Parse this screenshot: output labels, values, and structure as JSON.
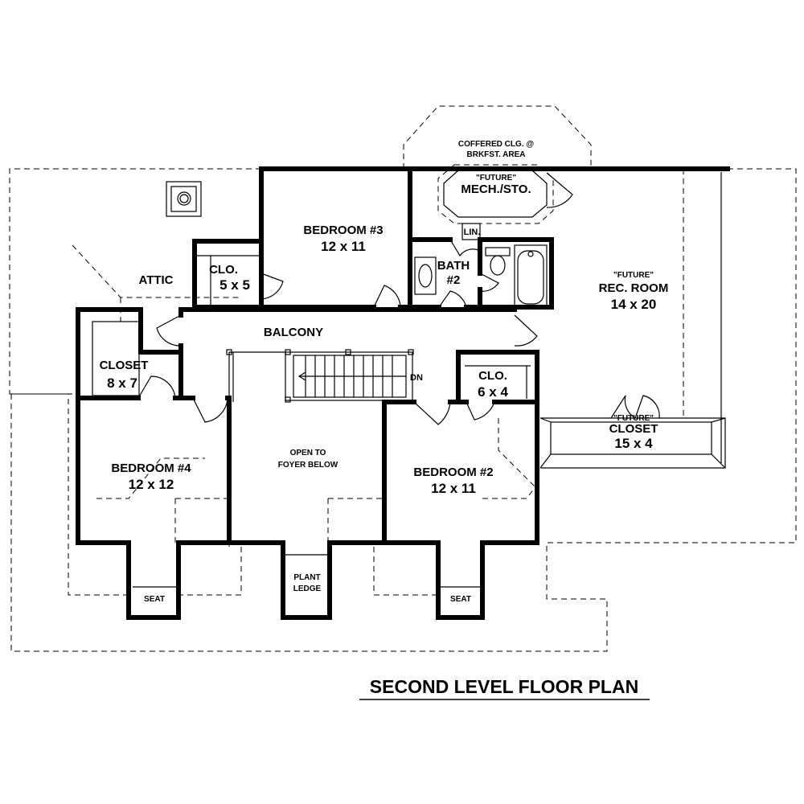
{
  "title": "SECOND LEVEL FLOOR PLAN",
  "rooms": {
    "bedroom3": {
      "name": "BEDROOM #3",
      "size": "12 x 11"
    },
    "bedroom4": {
      "name": "BEDROOM #4",
      "size": "12 x 12"
    },
    "bedroom2": {
      "name": "BEDROOM #2",
      "size": "12 x 11"
    },
    "clo_small": {
      "name": "CLO.",
      "size": "5 x 5"
    },
    "closet87": {
      "name": "CLOSET",
      "size": "8 x 7"
    },
    "clo64": {
      "name": "CLO.",
      "size": "6 x 4"
    },
    "bath2": {
      "name": "BATH",
      "size": "#2"
    },
    "lin": "LIN.",
    "attic": "ATTIC",
    "balcony": "BALCONY",
    "open_foyer": [
      "OPEN TO",
      "FOYER BELOW"
    ],
    "mech": {
      "note": "\"FUTURE\"",
      "name": "MECH./STO."
    },
    "rec": {
      "note": "\"FUTURE\"",
      "name": "REC. ROOM",
      "size": "14 x 20"
    },
    "future_closet": {
      "note": "\"FUTURE\"",
      "name": "CLOSET",
      "size": "15 x 4"
    },
    "coffered": [
      "COFFERED CLG. @",
      "BRKFST. AREA"
    ],
    "stair_dn": "DN",
    "plant_ledge": [
      "PLANT",
      "LEDGE"
    ],
    "seat_left": "SEAT",
    "seat_right": "SEAT"
  }
}
